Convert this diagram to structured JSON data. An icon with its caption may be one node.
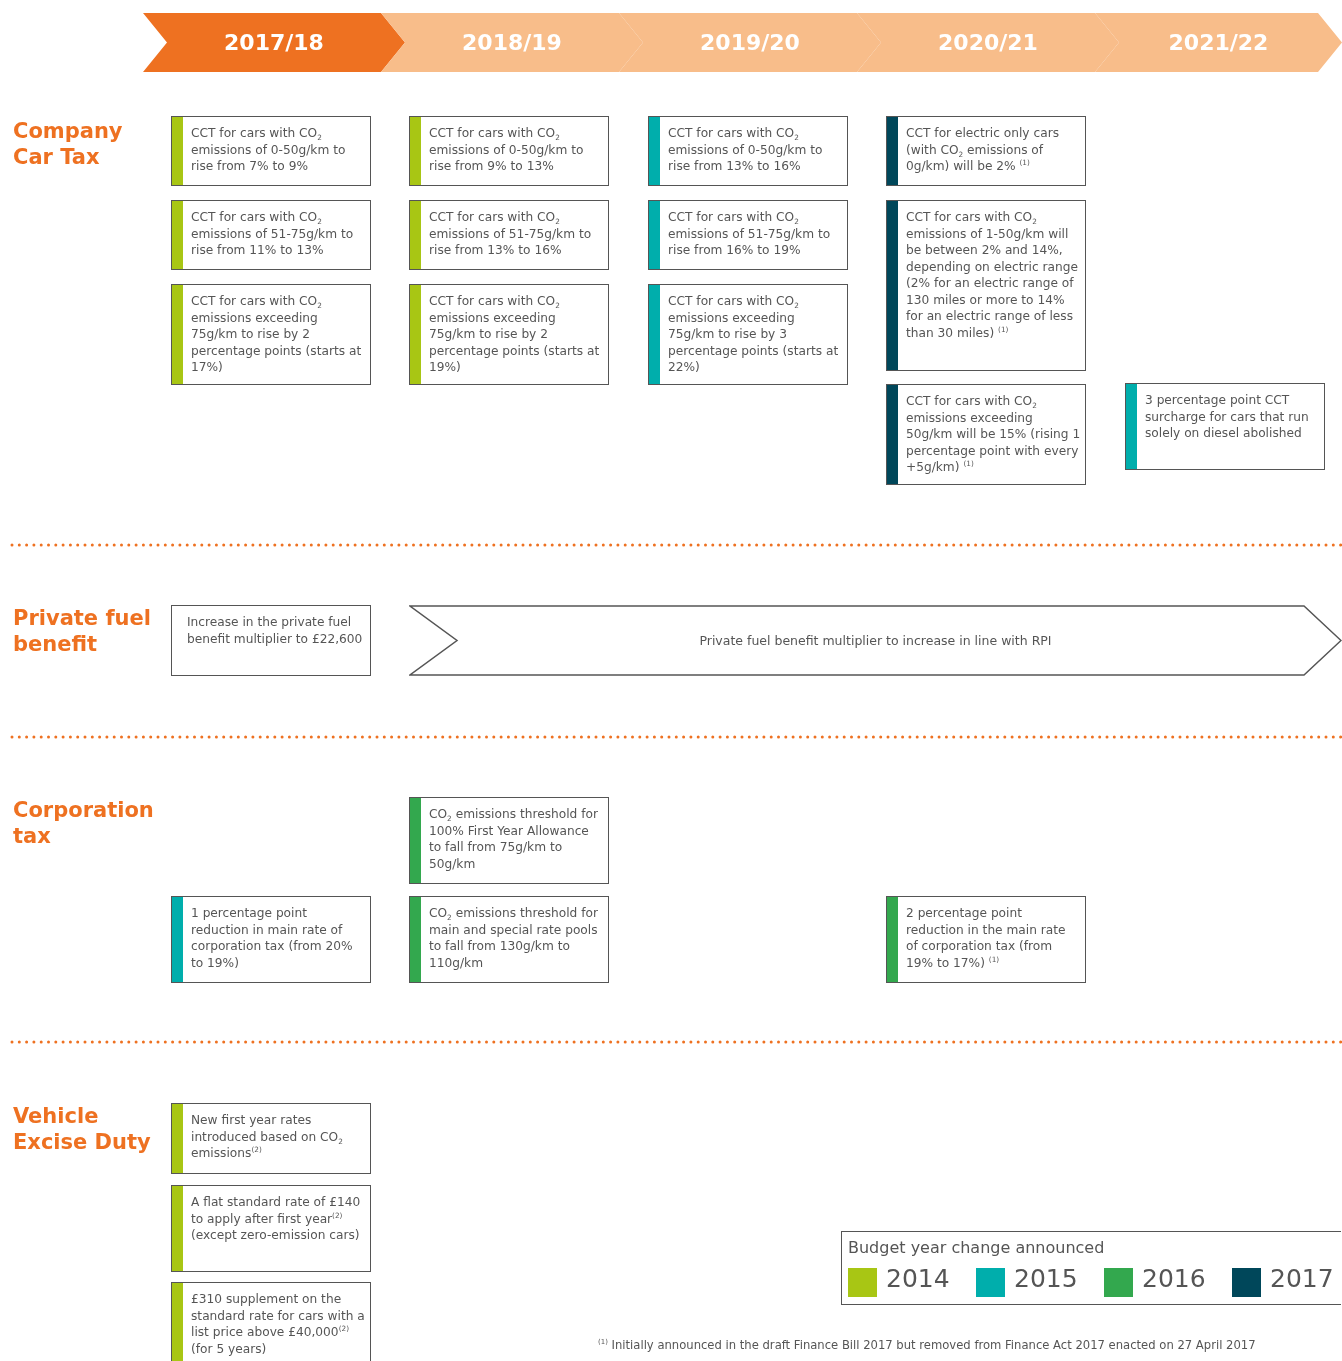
{
  "diagram": {
    "nodes": [
      {
        "text": [
          "2017/18"
        ]
      },
      {
        "text": [
          "2018/19"
        ]
      },
      {
        "text": [
          "2019/20"
        ]
      },
      {
        "text": [
          "2020/21"
        ]
      },
      {
        "text": [
          "2021/22"
        ]
      },
      {
        "text": [
          "CCT for cars with CO$_{2}$ emissions of 0-50g/km to rise from 7% to 9%"
        ]
      },
      {
        "text": [
          "CCT for cars with CO$_{2}$ emissions of 51-75g/km to rise from 11% to 13%"
        ]
      },
      {
        "text": [
          "CCT for cars with CO$_{2}$ emissions exceeding 75g/km to rise by 2 percentage points (starts at 17%)"
        ]
      },
      {
        "text": [
          "CCT for cars with CO$_{2}$ emissions of 0-50g/km to rise from 9% to 13%"
        ]
      },
      {
        "text": [
          "CCT for cars with CO$_{2}$ emissions of 51-75g/km to rise from 13% to 16%"
        ]
      },
      {
        "text": [
          "CCT for cars with CO$_{2}$ emissions exceeding 75g/km to rise by 2 percentage points (starts at 19%)"
        ]
      },
      {
        "text": [
          "CCT for cars with CO$_{2}$ emissions of 0-50g/km to rise from 13% to 16%"
        ]
      },
      {
        "text": [
          "CCT for cars with CO$_{2}$ emissions of 51-75g/km to rise from 16% to 19%"
        ]
      },
      {
        "text": [
          "CCT for cars with CO$_{2}$ emissions exceeding 75g/km to rise by 3 percentage points (starts at 22%)"
        ]
      },
      {
        "text": [
          "CCT for electric only cars (with CO$_{2}$ emissions of 0g/km) will be 2% $^{(1)}$"
        ]
      },
      {
        "text": [
          "CCT for cars with CO$_{2}$ emissions of 1-50g/km will be between 2% and 14%, depending on electric range (2% for an electric range of 130 miles or more to 14% for an electric range of less than 30 miles) $^{(1)}$"
        ]
      },
      {
        "text": [
          "CCT for cars with CO$_{2}$ emissions exceeding 50g/km will be 15% (rising 1 percentage point with every +5g/km) $^{(1)}$"
        ]
      },
      {
        "text": [
          "3 percentage point CCT surcharge for cars that run solely on diesel abolished"
        ]
      },
      {
        "text": [
          "Increase in the private fuel benefit multiplier to £22,600"
        ]
      },
      {
        "text": [
          "Private fuel benefit multiplier to increase in line with RPI"
        ]
      },
      {
        "text": [
          "CO$_{2}$ emissions threshold for 100% First Year Allowance to fall from 75g/km to 50g/km"
        ]
      },
      {
        "text": [
          "1 percentage point reduction in main rate of corporation tax (from 20% to 19%)"
        ]
      },
      {
        "text": [
          "CO$_{2}$ emissions threshold for main and special rate pools to fall from 130g/km to 110g/km"
        ]
      },
      {
        "text": [
          "2 percentage point reduction in the main rate of corporation tax (from 19% to 17%) $^{(1)}$"
        ]
      },
      {
        "text": [
          "New first year rates introduced based on CO$_{2}$ emissions$^{(2)}$"
        ]
      },
      {
        "text": [
          "A flat standard rate of £140 to apply after first year$^{(2)}$ (except zero-emission cars)"
        ]
      },
      {
        "text": [
          "£310 supplement on the standard rate for cars with a list price above £40,000$^{(2)}$ (for 5 years)"
        ]
      }
    ],
    "labels": [
      "Company Car Tax",
      "Private fuel benefit",
      "Corporation tax",
      "Vehicle Excise Duty",
      "Budget year change announced",
      "$^{(1)}$ Initially announced in the draft Finance Bill 2017 but removed from Finance Act 2017 enacted on 27 April 2017"
    ],
    "legend": [
      {
        "text": "2014",
        "color": "#a8c614"
      },
      {
        "text": "2015",
        "color": "#00aeac"
      },
      {
        "text": "2016",
        "color": "#33a84e"
      },
      {
        "text": "2017",
        "color": "#00475a"
      }
    ]
  }
}
